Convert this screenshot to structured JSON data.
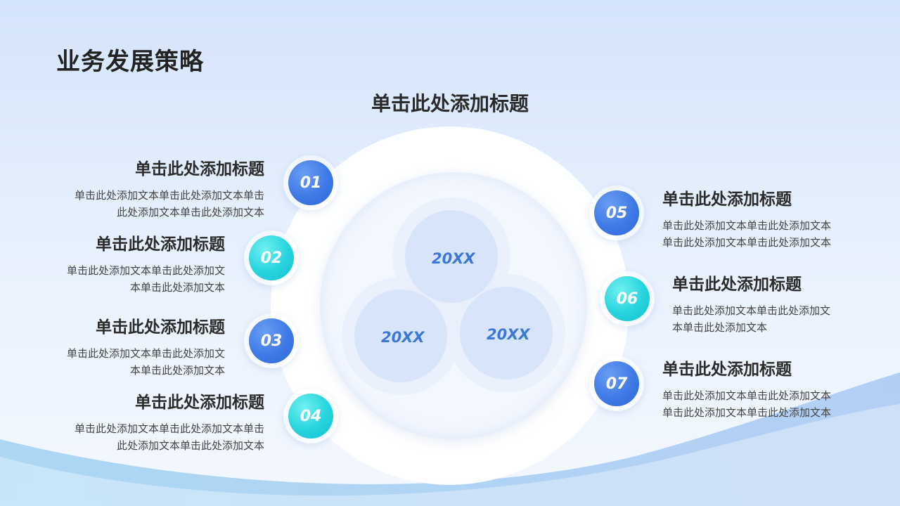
{
  "title": "业务发展策略",
  "subtitle": "单击此处添加标题",
  "center_labels": [
    "20XX",
    "20XX",
    "20XX"
  ],
  "items": [
    {
      "num": "01",
      "title": "单击此处添加标题",
      "lines": [
        "单击此处添加文本单击此处添加文本单击",
        "此处添加文本单击此处添加文本"
      ]
    },
    {
      "num": "02",
      "title": "单击此处添加标题",
      "lines": [
        "单击此处添加文本单击此处添加文",
        "本单击此处添加文本"
      ]
    },
    {
      "num": "03",
      "title": "单击此处添加标题",
      "lines": [
        "单击此处添加文本单击此处添加文",
        "本单击此处添加文本"
      ]
    },
    {
      "num": "04",
      "title": "单击此处添加标题",
      "lines": [
        "单击此处添加文本单击此处添加文本单击",
        "此处添加文本单击此处添加文本"
      ]
    },
    {
      "num": "05",
      "title": "单击此处添加标题",
      "lines": [
        "单击此处添加文本单击此处添加文本",
        "单击此处添加文本单击此处添加文本"
      ]
    },
    {
      "num": "06",
      "title": "单击此处添加标题",
      "lines": [
        "单击此处添加文本单击此处添加文",
        "本单击此处添加文本"
      ]
    },
    {
      "num": "07",
      "title": "单击此处添加标题",
      "lines": [
        "单击此处添加文本单击此处添加文本",
        "单击此处添加文本单击此处添加文本"
      ]
    }
  ],
  "colors": {
    "blue": "#3e7ae6",
    "teal": "#26d4dd",
    "label": "#3b78d8"
  }
}
